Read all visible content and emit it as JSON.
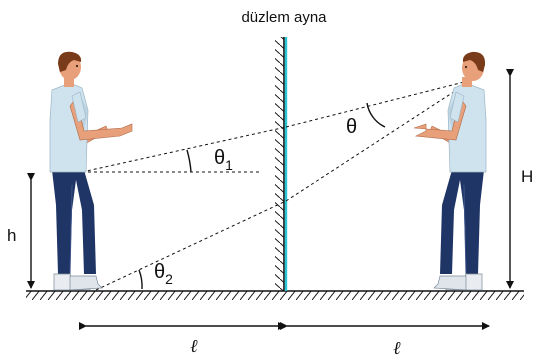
{
  "mirror_label": "düzlem ayna",
  "labels": {
    "theta": "θ",
    "theta1_main": "θ",
    "theta1_sub": "1",
    "theta2_main": "θ",
    "theta2_sub": "2",
    "h": "h",
    "H": "H",
    "ell_left": "ℓ",
    "ell_right": "ℓ"
  },
  "colors": {
    "mirror_glass": "#29c6d6",
    "line": "#111111",
    "skin": "#e8a07a",
    "hair": "#7a3b1a",
    "shirt": "#cfe3ef",
    "pants": "#1f3566",
    "shoe": "#e9edf1"
  }
}
